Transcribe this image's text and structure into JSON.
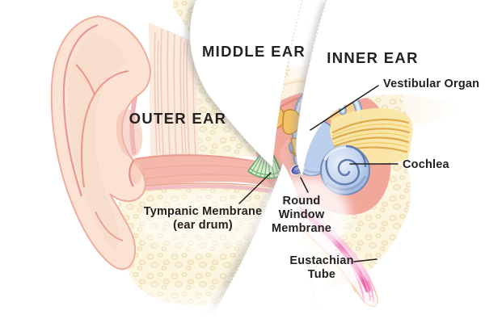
{
  "diagram": {
    "sections": [
      {
        "id": "outer",
        "label": "OUTER EAR"
      },
      {
        "id": "middle",
        "label": "MIDDLE EAR"
      },
      {
        "id": "inner",
        "label": "INNER EAR"
      }
    ],
    "parts": [
      {
        "id": "vestibular-organ",
        "label": "Vestibular Organ"
      },
      {
        "id": "cochlea",
        "label": "Cochlea"
      },
      {
        "id": "tympanic-membrane",
        "label": "Tympanic Membrane\n(ear drum)"
      },
      {
        "id": "round-window",
        "label": "Round\nWindow\nMembrane"
      },
      {
        "id": "eustachian-tube",
        "label": "Eustachian\nTube"
      }
    ],
    "palette": {
      "skin_peach": "#fbe2d2",
      "skin_outline": "#e8988c",
      "bone_cream": "#fcf5df",
      "bone_speckle": "#e8d4a3",
      "cavity_pink": "#f2a79b",
      "membrane_green": "#58a35e",
      "labyrinth_blue": "#7089ba",
      "round_window_blue": "#3b49c0",
      "nerve_yellow": "#f3cf6b",
      "tube_magenta": "#e7489e",
      "label_text": "#232220"
    }
  }
}
